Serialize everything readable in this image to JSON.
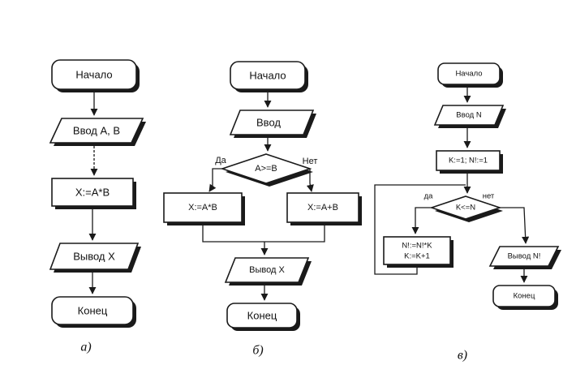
{
  "diagram_a": {
    "start": "Начало",
    "input": "Ввод А, В",
    "process": "X:=A*B",
    "output": "Вывод Х",
    "end": "Конец",
    "caption": "а)"
  },
  "diagram_b": {
    "start": "Начало",
    "input": "Ввод",
    "condition": "A>=B",
    "yes": "Да",
    "no": "Нет",
    "process_yes": "X:=A*B",
    "process_no": "X:=A+B",
    "output": "Вывод Х",
    "end": "Конец",
    "caption": "б)"
  },
  "diagram_c": {
    "start": "Начало",
    "input": "Ввод N",
    "init": "K:=1; N!:=1",
    "condition": "K<=N",
    "yes": "да",
    "no": "нет",
    "body_line1": "N!:=N!*K",
    "body_line2": "K:=K+1",
    "output": "Вывод N!",
    "end": "Конец",
    "caption": "в)"
  }
}
